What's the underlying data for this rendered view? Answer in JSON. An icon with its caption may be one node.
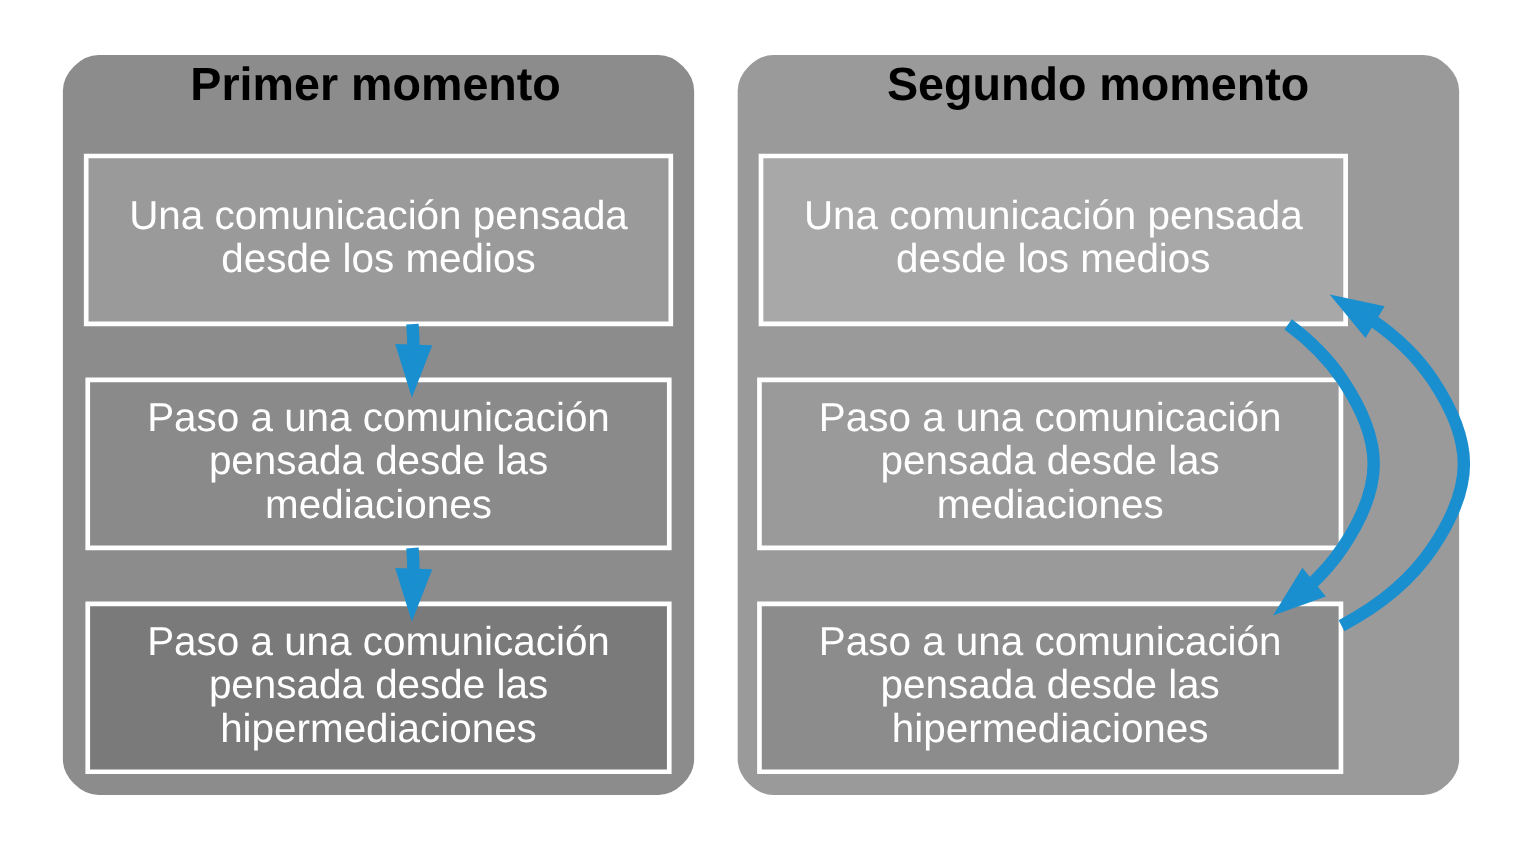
{
  "diagram": {
    "nodes": [
      {
        "text": [
          "Primer momento"
        ]
      },
      {
        "text": [
          "Una comunicación pensada desde los medios"
        ],
        "in": 0
      },
      {
        "text": [
          "Paso a una comunicación pensada desde las mediaciones"
        ],
        "in": 0
      },
      {
        "text": [
          "Paso a una comunicación pensada desde las hipermediaciones"
        ],
        "in": 0
      },
      {
        "text": [
          "Segundo momento"
        ]
      },
      {
        "text": [
          "Una comunicación pensada desde los medios"
        ],
        "in": 4
      },
      {
        "text": [
          "Paso a una comunicación pensada desde las mediaciones"
        ],
        "in": 4
      },
      {
        "text": [
          "Paso a una comunicación pensada desde las hipermediaciones"
        ],
        "in": 4
      }
    ],
    "edges": [
      {
        "from": 1,
        "to": 2,
        "arrow": "to"
      },
      {
        "from": 2,
        "to": 3,
        "arrow": "to"
      },
      {
        "from": 5,
        "to": 7,
        "arrow": "to"
      },
      {
        "from": 7,
        "to": 5,
        "arrow": "to"
      }
    ]
  }
}
